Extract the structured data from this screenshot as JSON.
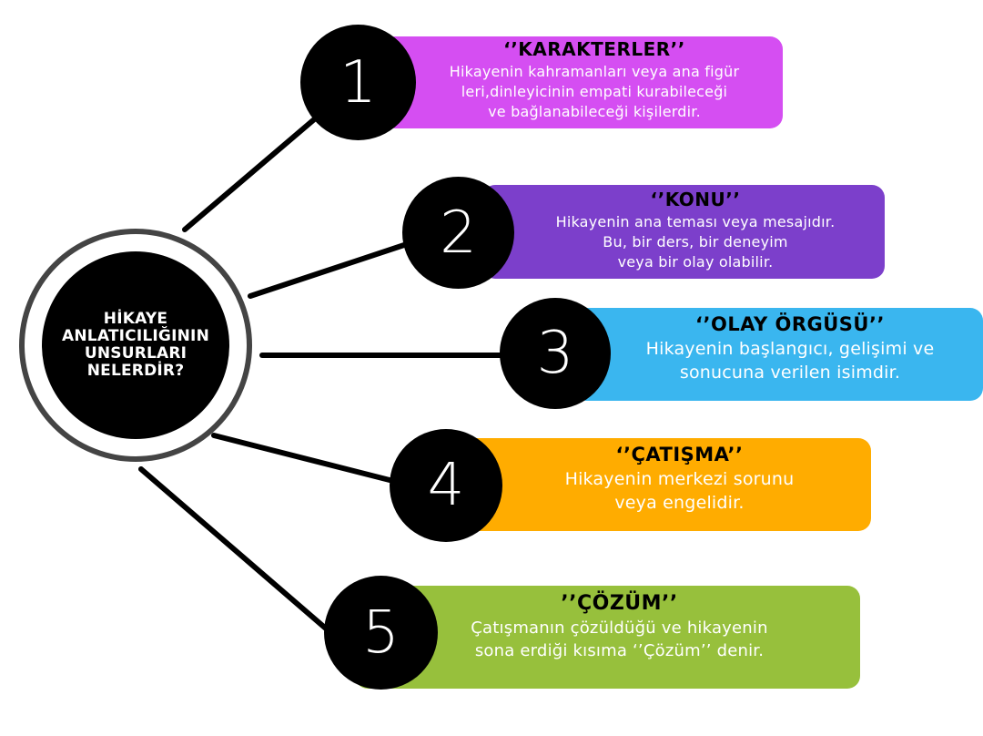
{
  "hub": {
    "title": "HİKAYE ANLATICILIĞININ UNSURLARI NELERDİR?"
  },
  "colors": {
    "item1": "#d54ef2",
    "item2": "#7c3fcb",
    "item3": "#3ab6ef",
    "item4": "#ffac00",
    "item5": "#97c03c",
    "hub_ring": "#444444",
    "number_circle": "#000000"
  },
  "items": [
    {
      "number": "1",
      "title": "‘’KARAKTERLER’’",
      "description": "Hikayenin kahramanları veya ana figür\nleri,dinleyicinin empati kurabileceği\nve bağlanabileceği kişilerdir."
    },
    {
      "number": "2",
      "title": "‘’KONU’’",
      "description": "Hikayenin ana teması veya mesajıdır.\nBu, bir ders, bir deneyim\nveya bir olay olabilir."
    },
    {
      "number": "3",
      "title": "‘’OLAY ÖRGÜSÜ’’",
      "description": "Hikayenin başlangıcı, gelişimi ve\nsonucuna verilen isimdir."
    },
    {
      "number": "4",
      "title": "‘’ÇATIŞMA’’",
      "description": "Hikayenin merkezi sorunu\nveya engelidir."
    },
    {
      "number": "5",
      "title": "’’ÇÖZÜM’’",
      "description": "Çatışmanın çözüldüğü ve hikayenin\nsona erdiği kısıma ‘’Çözüm’’ denir."
    }
  ]
}
